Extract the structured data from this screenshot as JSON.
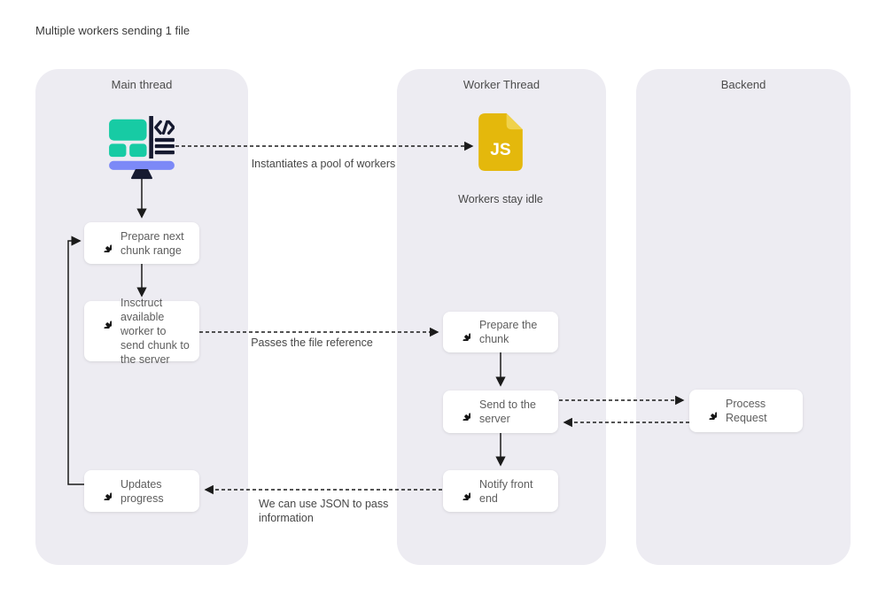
{
  "title": "Multiple workers sending 1 file",
  "lanes": {
    "main": {
      "label": "Main thread"
    },
    "worker": {
      "label": "Worker Thread"
    },
    "backend": {
      "label": "Backend"
    }
  },
  "nodes": {
    "prepare_next": {
      "label": "Prepare next chunk range"
    },
    "instruct": {
      "label": "Insctruct available worker to send chunk to the server"
    },
    "updates": {
      "label": "Updates progress"
    },
    "prepare_chunk": {
      "label": "Prepare the chunk"
    },
    "send_server": {
      "label": "Send to the server"
    },
    "notify": {
      "label": "Notify front end"
    },
    "process_request": {
      "label": "Process Request"
    }
  },
  "annotations": {
    "instantiates": "Instantiates a pool of workers",
    "workers_idle": "Workers stay idle",
    "passes_ref": "Passes the file reference",
    "json_info": "We can use JSON to pass information"
  },
  "js_badge": "JS",
  "icons": {
    "monitor": "monitor-code-icon",
    "js_file": "js-file-icon",
    "gear": "gear-icon"
  },
  "colors": {
    "lane_bg": "#EDECF2",
    "node_bg": "#FFFFFF",
    "teal": "#17CBA4",
    "periwinkle": "#7C89F7",
    "dark_navy": "#161A30",
    "js_gold": "#E4B80C",
    "js_fold": "#F0D24C",
    "line": "#1B1B1B"
  }
}
